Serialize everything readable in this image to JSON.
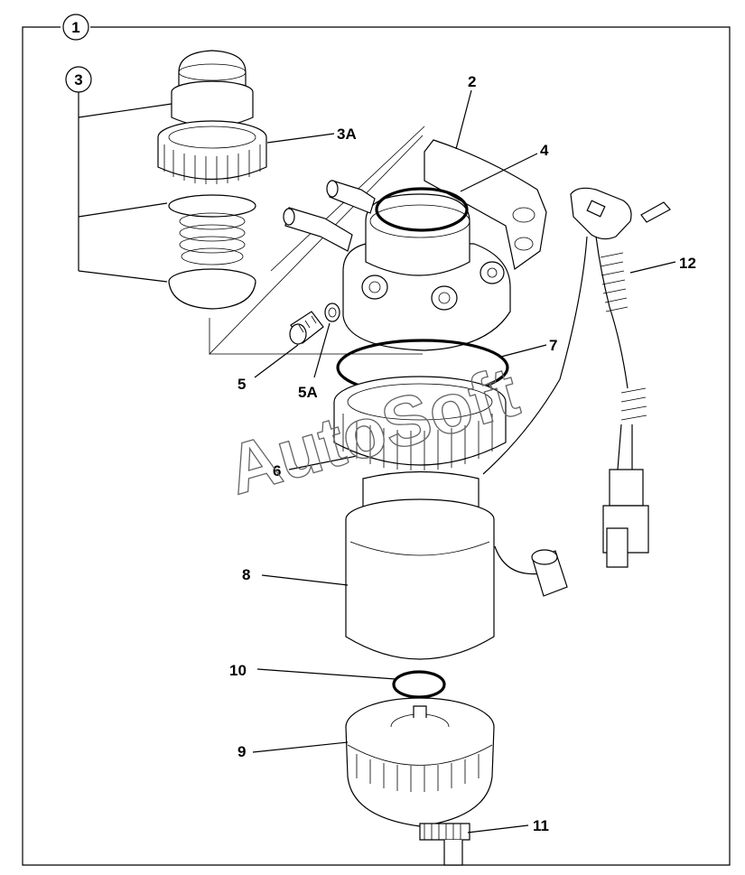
{
  "callouts": {
    "c1": "1",
    "c2": "2",
    "c3": "3",
    "c3a": "3A",
    "c4": "4",
    "c5": "5",
    "c5a": "5A",
    "c6": "6",
    "c7": "7",
    "c8": "8",
    "c9": "9",
    "c10": "10",
    "c11": "11",
    "c12": "12"
  },
  "watermark": "AutoSoft"
}
